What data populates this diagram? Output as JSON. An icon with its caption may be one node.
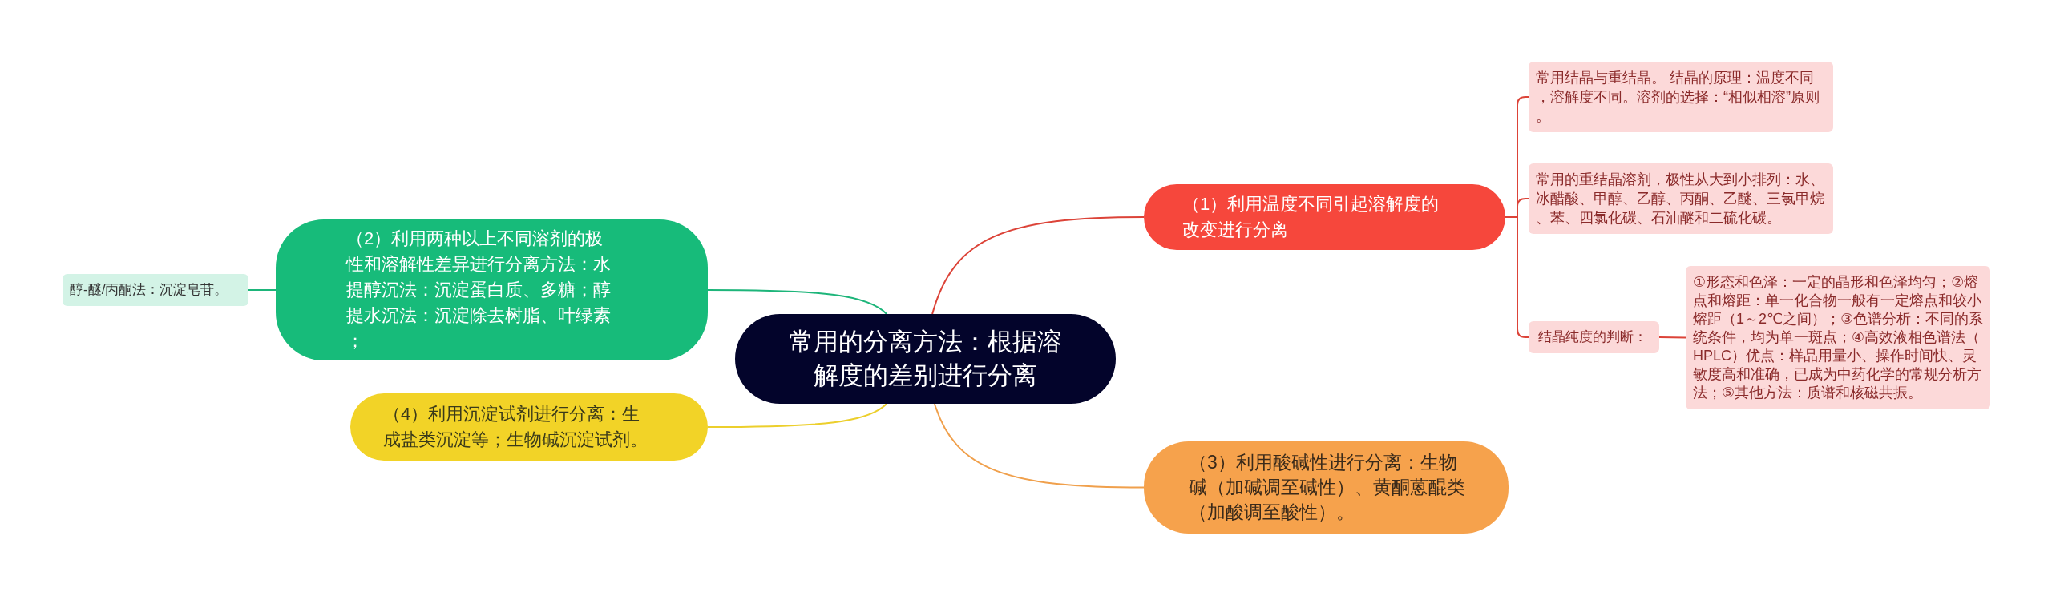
{
  "diagram": {
    "nodes": [
      {
        "text": [
          "常用的分离方法：根据溶解度的差别进行分离"
        ]
      },
      {
        "text": [
          "（1）利用温度不同引起溶解度的改变进行分离"
        ]
      },
      {
        "text": [
          "常用结晶与重结晶。 结晶的原理：温度不同，溶解度不同。溶剂的选择：“相似相溶”原则。"
        ]
      },
      {
        "text": [
          "常用的重结晶溶剂，极性从大到小排列：水、冰醋酸、甲醇、乙醇、丙酮、乙醚、三氯甲烷、苯、四氯化碳、石油醚和二硫化碳。"
        ]
      },
      {
        "text": [
          "结晶纯度的判断："
        ]
      },
      {
        "text": [
          "①形态和色泽：一定的晶形和色泽均匀；②熔点和熔距：单一化合物一般有一定熔点和较小熔距（1～2℃之间）；③色谱分析：不同的系统条件，均为单一斑点；④高效液相色谱法（HPLC）优点：样品用量小、操作时间快、灵敏度高和准确，已成为中药化学的常规分析方法；⑤其他方法：质谱和核磁共振。"
        ]
      },
      {
        "text": [
          "（2）利用两种以上不同溶剂的极性和溶解性差异进行分离方法：水提醇沉法：沉淀蛋白质、多糖；醇提水沉法：沉淀除去树脂、叶绿素；"
        ]
      },
      {
        "text": [
          "醇-醚/丙酮法：沉淀皂苷。"
        ]
      },
      {
        "text": [
          "（3）利用酸碱性进行分离：生物碱（加碱调至碱性）、黄酮蒽醌类（加酸调至酸性）。"
        ]
      },
      {
        "text": [
          "（4）利用沉淀试剂进行分离：生成盐类沉淀等；生物碱沉淀试剂。"
        ]
      }
    ],
    "edges": [
      {
        "from": 0,
        "to": 1,
        "arrow": "none"
      },
      {
        "from": 1,
        "to": 2,
        "arrow": "none"
      },
      {
        "from": 1,
        "to": 3,
        "arrow": "none"
      },
      {
        "from": 1,
        "to": 4,
        "arrow": "none"
      },
      {
        "from": 4,
        "to": 5,
        "arrow": "none"
      },
      {
        "from": 0,
        "to": 6,
        "arrow": "none",
        "color": "#1db57a"
      },
      {
        "from": 6,
        "to": 7,
        "arrow": "none",
        "color": "#1db57a"
      },
      {
        "from": 0,
        "to": 8,
        "arrow": "none",
        "color": "#f0a04c"
      },
      {
        "from": 0,
        "to": 9,
        "arrow": "none",
        "color": "#eccf2c"
      }
    ]
  }
}
